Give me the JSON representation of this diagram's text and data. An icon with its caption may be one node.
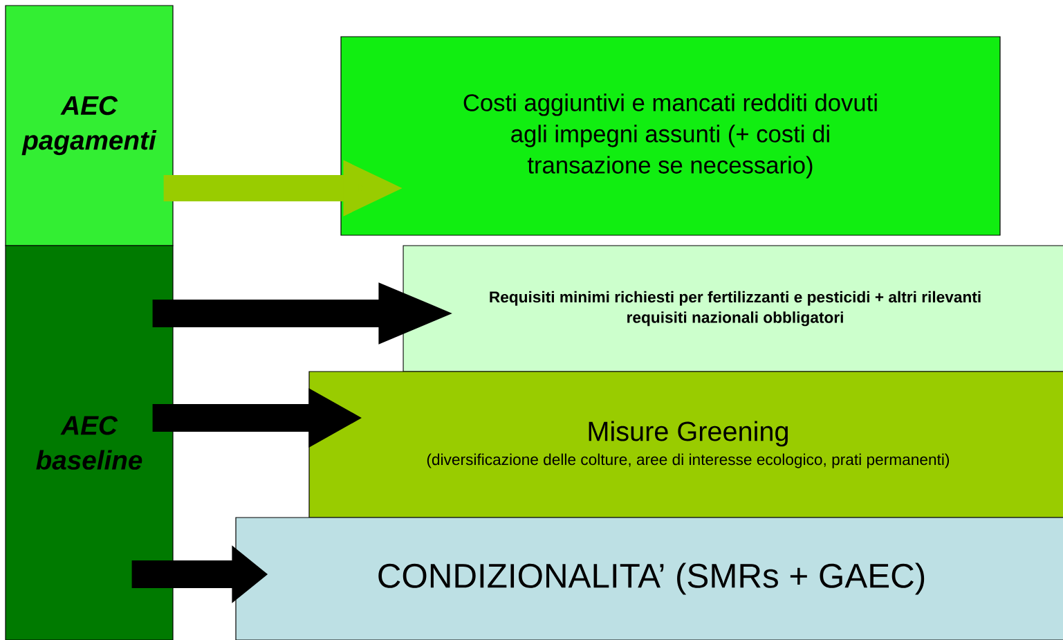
{
  "diagram": {
    "nodes": [
      {
        "text": [
          "AEC pagamenti"
        ]
      },
      {
        "text": [
          "AEC baseline"
        ]
      },
      {
        "text": [
          "Costi aggiuntivi e mancati redditi dovuti agli impegni assunti (+ costi di transazione se necessario)"
        ]
      },
      {
        "text": [
          "Requisiti minimi richiesti per fertilizzanti e pesticidi + altri rilevanti requisiti nazionali obbligatori"
        ]
      },
      {
        "text": [
          "Misure Greening",
          "(diversificazione delle colture, aree di interesse ecologico, prati permanenti)"
        ]
      },
      {
        "text": [
          "CONDIZIONALITA’ (SMRs + GAEC)"
        ]
      }
    ],
    "edges": [
      {
        "from": 0,
        "to": 2,
        "arrow": "to",
        "color": "#99cc00"
      },
      {
        "from": 1,
        "to": 3,
        "arrow": "to"
      },
      {
        "from": 1,
        "to": 4,
        "arrow": "to"
      },
      {
        "from": 1,
        "to": 5,
        "arrow": "to"
      }
    ]
  }
}
